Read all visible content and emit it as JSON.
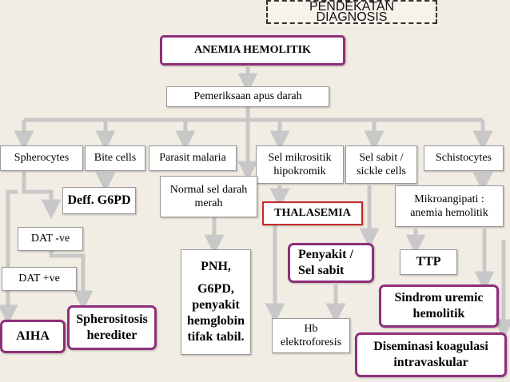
{
  "title": {
    "line1": "PENDEKATAN",
    "line2": "DIAGNOSIS"
  },
  "nodes": {
    "anemia_hemolitik": "ANEMIA HEMOLITIK",
    "apus_darah": "Pemeriksaan apus darah",
    "spherocytes": "Spherocytes",
    "bite_cells": "Bite cells",
    "parasit_malaria": "Parasit malaria",
    "sel_mikrositik": "Sel mikrositik hipokromik",
    "sel_sabit": "Sel sabit / sickle cells",
    "schistocytes": "Schistocytes",
    "deff_g6pd": "Deff. G6PD",
    "normal_sel": "Normal sel darah merah",
    "thalasemia": "THALASEMIA",
    "mikroangipati": "Mikroangipati : anemia hemolitik",
    "dat_neg": "DAT -ve",
    "dat_pos": "DAT +ve",
    "pnh_line1": "PNH,",
    "pnh_line2": "G6PD, penyakit hemglobin tifak tabil.",
    "penyakit_sabit": "Penyakit / Sel sabit",
    "ttp": "TTP",
    "sindrom_uremic": "Sindrom uremic hemolitik",
    "aiha": "AIHA",
    "spherositosis": "Spherositosis herediter",
    "hb_elektro": "Hb elektroforesis",
    "diseminasi": "Diseminasi koagulasi intravaskular"
  },
  "colors": {
    "background": "#f2ede4",
    "connector": "#c8c8c8",
    "red_border": "#c62828",
    "purple_border": "#8e2f7a"
  }
}
